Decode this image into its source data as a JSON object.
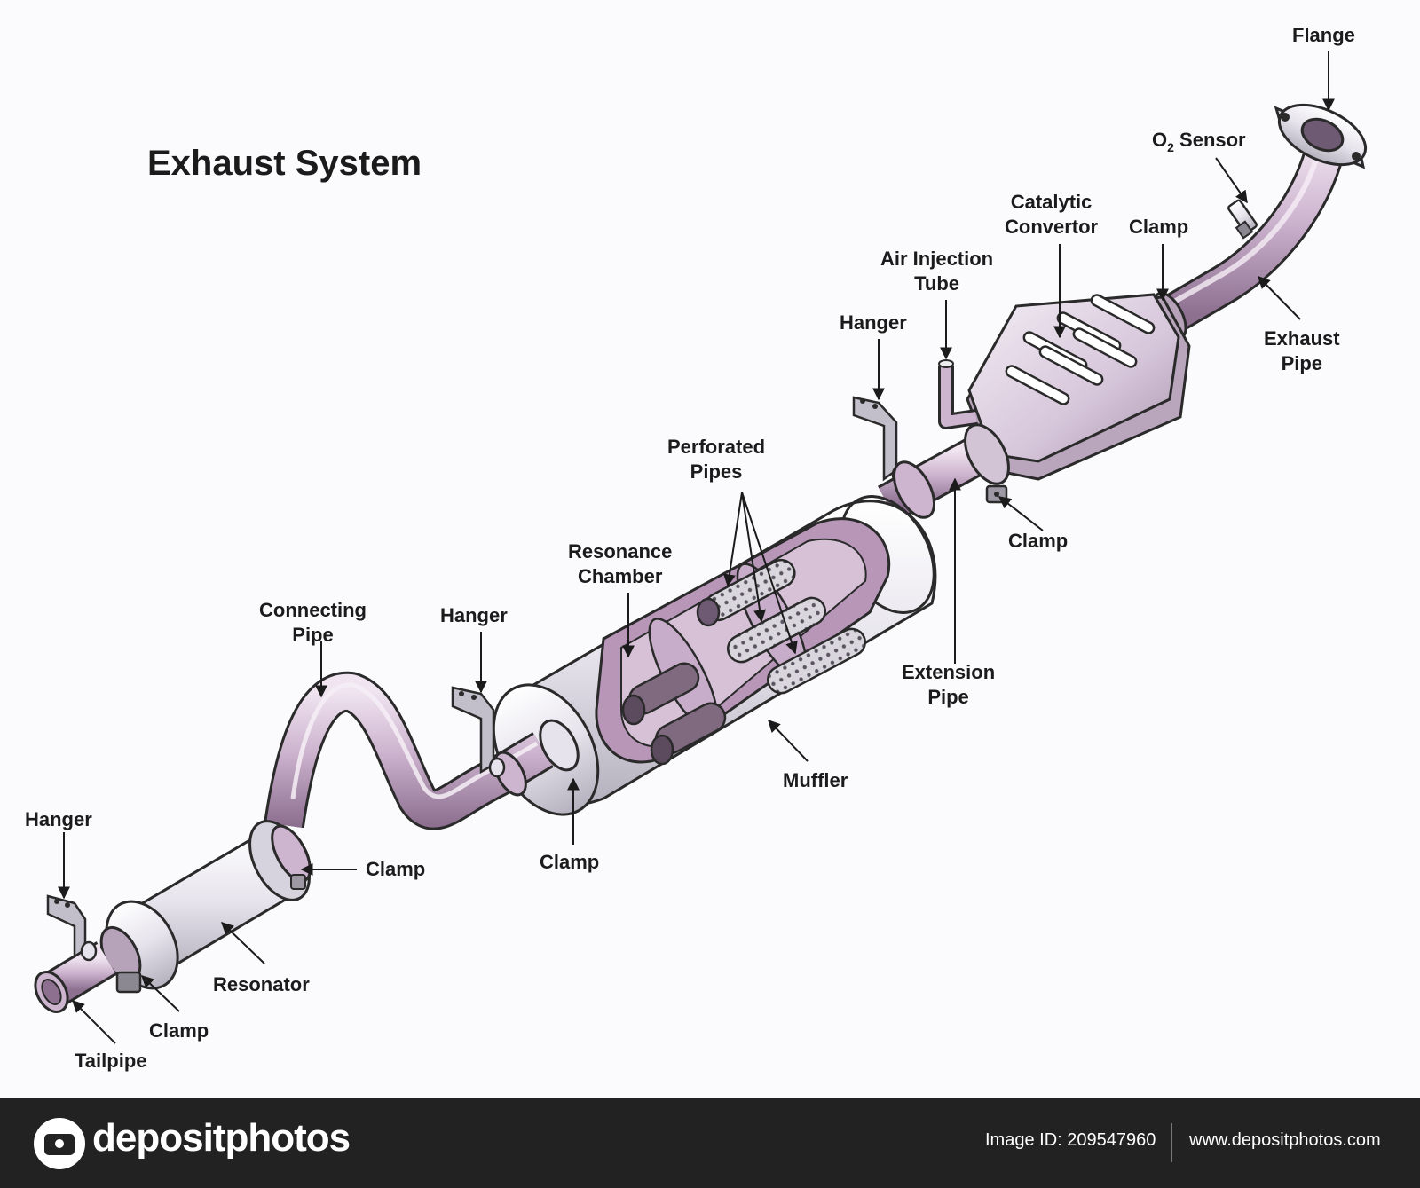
{
  "title": "Exhaust System",
  "labels": {
    "flange": "Flange",
    "o2_sensor_prefix": "O",
    "o2_sensor_sub": "2",
    "o2_sensor_suffix": " Sensor",
    "catalytic_convertor": "Catalytic\nConvertor",
    "clamp_top": "Clamp",
    "air_injection_tube": "Air Injection\nTube",
    "hanger_top": "Hanger",
    "exhaust_pipe": "Exhaust\nPipe",
    "perforated_pipes": "Perforated\nPipes",
    "clamp_mid_right": "Clamp",
    "resonance_chamber": "Resonance\nChamber",
    "extension_pipe": "Extension\nPipe",
    "connecting_pipe": "Connecting\nPipe",
    "hanger_mid": "Hanger",
    "muffler": "Muffler",
    "clamp_muffler": "Clamp",
    "hanger_left": "Hanger",
    "clamp_resonator": "Clamp",
    "resonator": "Resonator",
    "clamp_tail": "Clamp",
    "tailpipe": "Tailpipe"
  },
  "footer": {
    "brand": "depositphotos",
    "image_id": "Image ID: 209547960",
    "site": "www.depositphotos.com"
  },
  "colors": {
    "pipe": "#cdb4cf",
    "pipe_dark": "#8d6f90",
    "metal": "#e6e3ec",
    "metal_dark": "#a6a2b0",
    "interior": "#b796b8",
    "outline": "#2a2a2a",
    "footer_bg": "#222222"
  }
}
